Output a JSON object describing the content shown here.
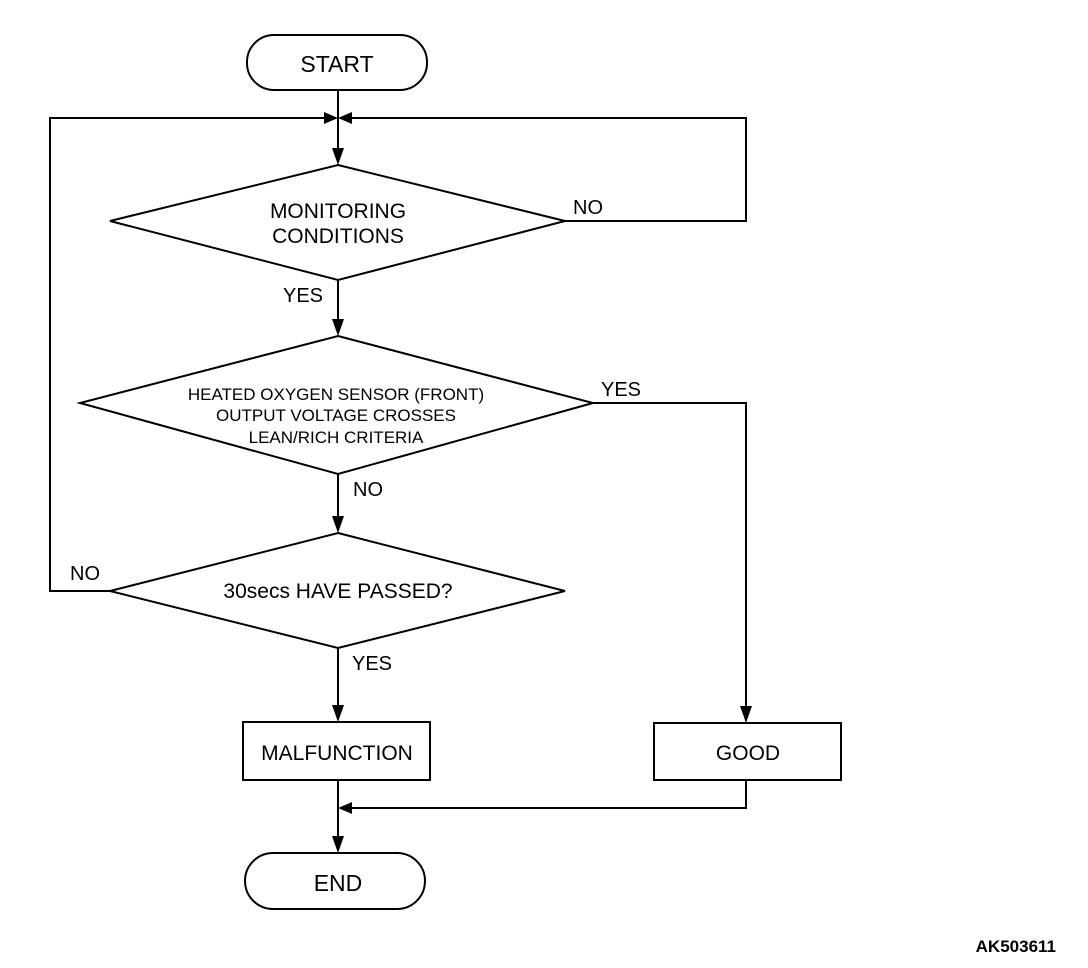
{
  "diagram": {
    "nodes": {
      "start": "START",
      "monitoring_line1": "MONITORING",
      "monitoring_line2": "CONDITIONS",
      "sensor_line1": "HEATED OXYGEN SENSOR (FRONT)",
      "sensor_line2": "OUTPUT VOLTAGE CROSSES",
      "sensor_line3": "LEAN/RICH CRITERIA",
      "timer": "30secs HAVE PASSED?",
      "malfunction": "MALFUNCTION",
      "good": "GOOD",
      "end": "END"
    },
    "edge_labels": {
      "monitoring_no": "NO",
      "monitoring_yes": "YES",
      "sensor_yes": "YES",
      "sensor_no": "NO",
      "timer_no": "NO",
      "timer_yes": "YES"
    },
    "figure_id": "AK503611"
  }
}
